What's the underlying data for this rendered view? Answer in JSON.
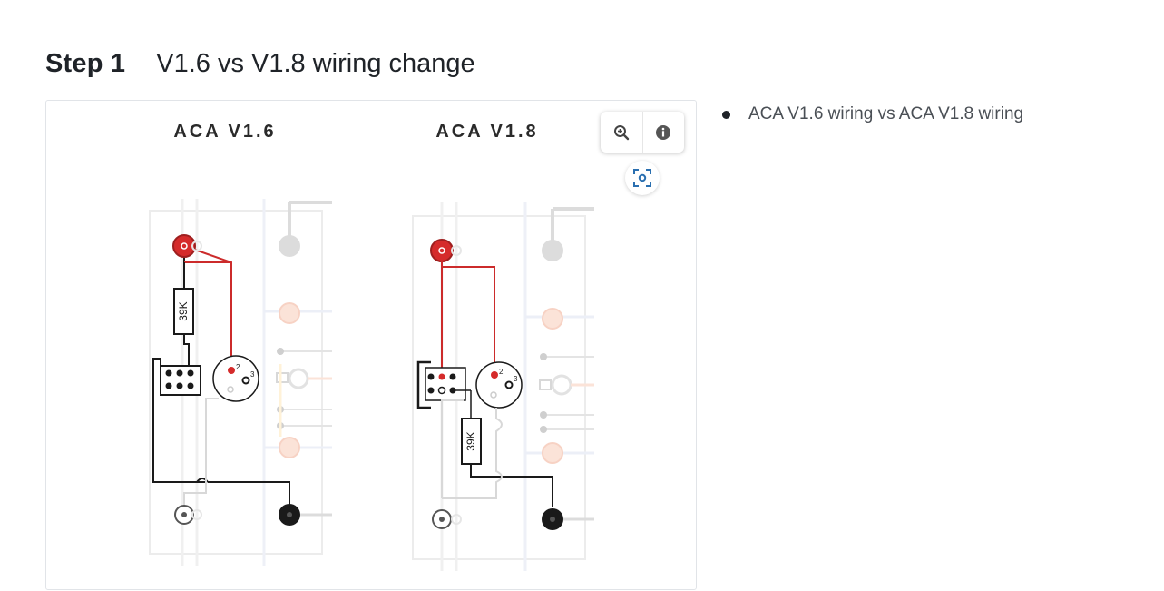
{
  "step": {
    "number": "Step 1",
    "title": "V1.6 vs V1.8 wiring change"
  },
  "image": {
    "left_heading": "ACA V1.6",
    "right_heading": "ACA V1.8",
    "resistor_label_left": "39K",
    "resistor_label_right": "39K",
    "pin_label_2": "2",
    "pin_label_3": "3"
  },
  "toolbar": {
    "zoom_icon": "zoom-in-icon",
    "info_icon": "info-icon",
    "focus_icon": "focus-frame-icon"
  },
  "bullets": [
    "ACA V1.6 wiring vs ACA V1.8 wiring"
  ],
  "colors": {
    "wire_red": "#cc2b2b",
    "wire_black": "#1a1a1a",
    "focus_blue": "#2a6fb0"
  }
}
